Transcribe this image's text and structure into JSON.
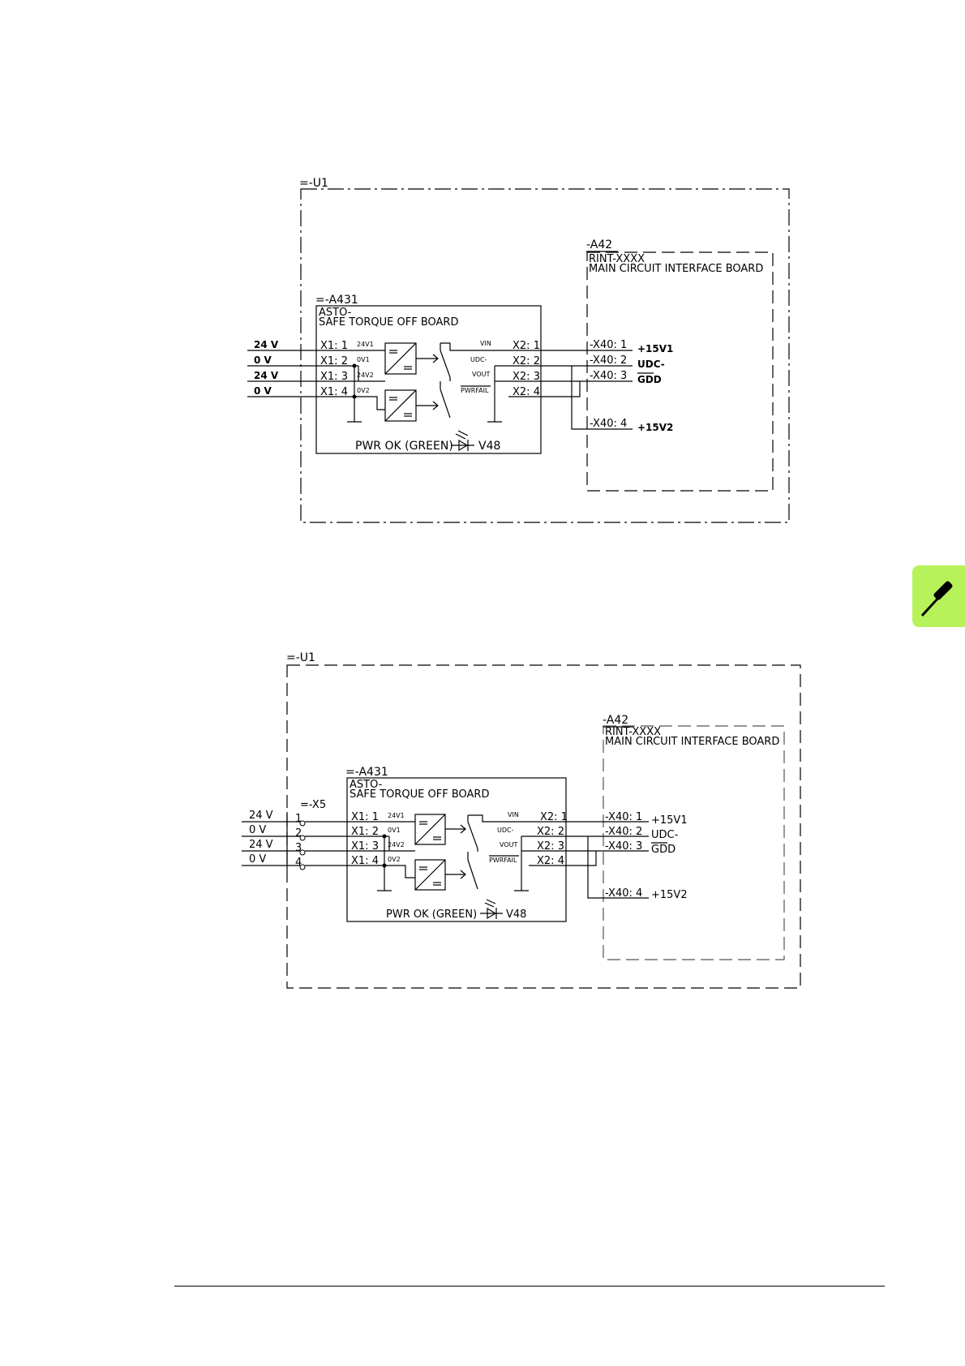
{
  "diagram1": {
    "unit_label": "=-U1",
    "main_board": {
      "id": "-A42",
      "name_line1": "RINT-XXXX",
      "name_line2": "MAIN CIRCUIT INTERFACE BOARD",
      "terminals": [
        "-X40: 1",
        "-X40: 2",
        "-X40: 3",
        "-X40: 4"
      ],
      "signals": [
        "+15V1",
        "UDC-",
        "GDD",
        "+15V2"
      ]
    },
    "sto_board": {
      "id": "=-A431",
      "name_line1": "ASTO-",
      "name_line2": "SAFE TORQUE OFF BOARD",
      "inputs": [
        "X1: 1",
        "X1: 2",
        "X1: 3",
        "X1: 4"
      ],
      "input_nets": [
        "24V1",
        "0V1",
        "24V2",
        "0V2"
      ],
      "outputs": [
        "X2: 1",
        "X2: 2",
        "X2: 3",
        "X2: 4"
      ],
      "output_nets": [
        "VIN",
        "UDC-",
        "VOUT",
        "PWRFAIL"
      ],
      "led_label": "PWR OK (GREEN)",
      "led_id": "V48"
    },
    "supply_labels": [
      "24 V",
      "0 V",
      "24 V",
      "0 V"
    ]
  },
  "diagram2": {
    "unit_label": "=-U1",
    "terminal_block": "=-X5",
    "terminal_numbers": [
      "1",
      "2",
      "3",
      "4"
    ],
    "main_board": {
      "id": "-A42",
      "name_line1": "RINT-XXXX",
      "name_line2": "MAIN CIRCUIT INTERFACE BOARD",
      "terminals": [
        "-X40: 1",
        "-X40: 2",
        "-X40: 3",
        "-X40: 4"
      ],
      "signals": [
        "+15V1",
        "UDC-",
        "GDD",
        "+15V2"
      ]
    },
    "sto_board": {
      "id": "=-A431",
      "name_line1": "ASTO-",
      "name_line2": "SAFE TORQUE OFF BOARD",
      "inputs": [
        "X1: 1",
        "X1: 2",
        "X1: 3",
        "X1: 4"
      ],
      "input_nets": [
        "24V1",
        "0V1",
        "24V2",
        "0V2"
      ],
      "outputs": [
        "X2: 1",
        "X2: 2",
        "X2: 3",
        "X2: 4"
      ],
      "output_nets": [
        "VIN",
        "UDC-",
        "VOUT",
        "PWRFAIL"
      ],
      "led_label": "PWR OK (GREEN)",
      "led_id": "V48"
    },
    "supply_labels": [
      "24 V",
      "0 V",
      "24 V",
      "0 V"
    ]
  },
  "side_tab": {
    "icon": "screwdriver-icon",
    "color": "#b8f25a"
  }
}
